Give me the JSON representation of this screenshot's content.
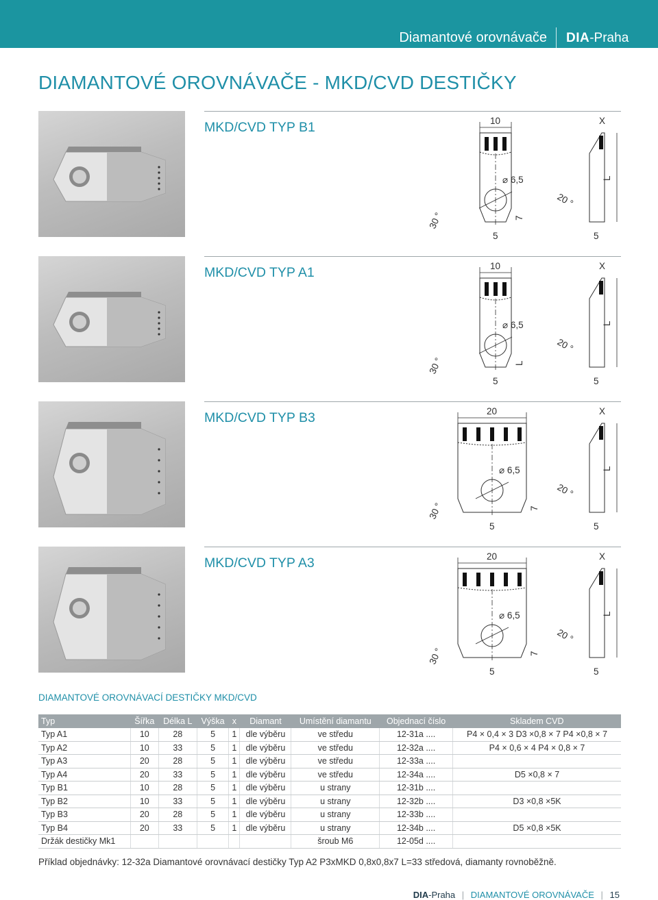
{
  "header": {
    "title": "Diamantové orovnávače",
    "logo_strong": "DIA",
    "logo_rest": "-Praha"
  },
  "page_title": "DIAMANTOVÉ OROVNÁVAČE - MKD/CVD DESTIČKY",
  "sections": [
    {
      "title": "MKD/CVD TYP B1",
      "dims": {
        "width": "10",
        "x": "X",
        "hole": "⌀ 6,5",
        "side_angle": "20 °",
        "length": "L",
        "tip_angle": "30 °",
        "seven": "7",
        "bottom_left": "5",
        "bottom_right": "5"
      }
    },
    {
      "title": "MKD/CVD TYP A1",
      "dims": {
        "width": "10",
        "x": "X",
        "hole": "⌀ 6,5",
        "side_angle": "20 °",
        "length": "L",
        "tip_angle": "30 °",
        "seven": "L",
        "bottom_left": "5",
        "bottom_right": "5"
      }
    },
    {
      "title": "MKD/CVD TYP B3",
      "dims": {
        "width": "20",
        "x": "X",
        "hole": "⌀ 6,5",
        "side_angle": "20 °",
        "length": "L",
        "tip_angle": "30 °",
        "seven": "7",
        "bottom_left": "5",
        "bottom_right": "5"
      }
    },
    {
      "title": "MKD/CVD TYP A3",
      "dims": {
        "width": "20",
        "x": "X",
        "hole": "⌀ 6,5",
        "side_angle": "20 °",
        "length": "L",
        "tip_angle": "30 °",
        "seven": "7",
        "bottom_left": "5",
        "bottom_right": "5"
      }
    }
  ],
  "table": {
    "caption": "DIAMANTOVÉ OROVNÁVACÍ DESTIČKY MKD/CVD",
    "headers": [
      "Typ",
      "Šířka",
      "Délka L",
      "Výška",
      "x",
      "Diamant",
      "Umístění diamantu",
      "Objednací číslo",
      "Skladem CVD"
    ],
    "rows": [
      [
        "Typ A1",
        "10",
        "28",
        "5",
        "1",
        "dle výběru",
        "ve středu",
        "12-31a ....",
        "P4 × 0,4 × 3  D3 ×0,8 × 7  P4 ×0,8 × 7"
      ],
      [
        "Typ A2",
        "10",
        "33",
        "5",
        "1",
        "dle výběru",
        "ve středu",
        "12-32a ....",
        "P4 × 0,6 × 4  P4 × 0,8 × 7"
      ],
      [
        "Typ A3",
        "20",
        "28",
        "5",
        "1",
        "dle výběru",
        "ve středu",
        "12-33a ....",
        ""
      ],
      [
        "Typ A4",
        "20",
        "33",
        "5",
        "1",
        "dle výběru",
        "ve středu",
        "12-34a ....",
        "D5 ×0,8 × 7"
      ],
      [
        "Typ B1",
        "10",
        "28",
        "5",
        "1",
        "dle výběru",
        "u strany",
        "12-31b ....",
        ""
      ],
      [
        "Typ B2",
        "10",
        "33",
        "5",
        "1",
        "dle výběru",
        "u strany",
        "12-32b ....",
        "D3 ×0,8 ×5K"
      ],
      [
        "Typ B3",
        "20",
        "28",
        "5",
        "1",
        "dle výběru",
        "u strany",
        "12-33b ....",
        ""
      ],
      [
        "Typ B4",
        "20",
        "33",
        "5",
        "1",
        "dle výběru",
        "u strany",
        "12-34b ....",
        "D5 ×0,8 ×5K"
      ],
      [
        "Držák destičky Mk1",
        "",
        "",
        "",
        "",
        "",
        "šroub M6",
        "12-05d ....",
        ""
      ]
    ]
  },
  "example": "Příklad objednávky: 12-32a Diamantové orovnávací destičky Typ A2 P3xMKD 0,8x0,8x7 L=33 středová, diamanty rovnoběžně.",
  "footer": {
    "logo_strong": "DIA",
    "logo_rest": "-Praha",
    "section": "DIAMANTOVÉ OROVNÁVAČE",
    "page": "15"
  }
}
